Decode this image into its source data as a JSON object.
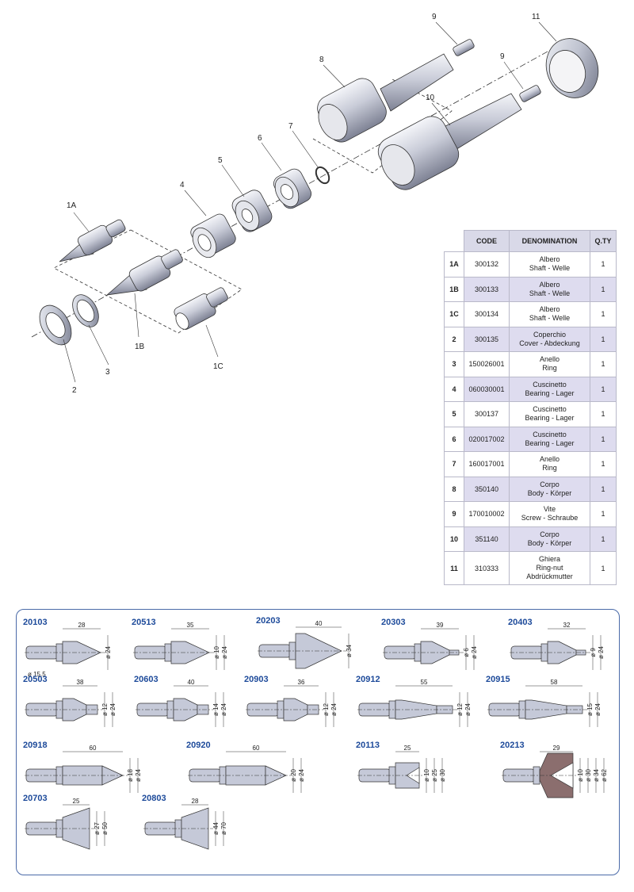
{
  "callouts": [
    "1A",
    "1B",
    "1C",
    "2",
    "3",
    "4",
    "5",
    "6",
    "7",
    "8",
    "9",
    "9",
    "10",
    "11"
  ],
  "table": {
    "headers": {
      "code": "CODE",
      "denomination": "DENOMINATION",
      "qty": "Q.TY"
    },
    "rows": [
      {
        "id": "1A",
        "code": "300132",
        "line1": "Albero",
        "line2": "Shaft - Welle",
        "line3": "",
        "qty": "1"
      },
      {
        "id": "1B",
        "code": "300133",
        "line1": "Albero",
        "line2": "Shaft - Welle",
        "line3": "",
        "qty": "1"
      },
      {
        "id": "1C",
        "code": "300134",
        "line1": "Albero",
        "line2": "Shaft - Welle",
        "line3": "",
        "qty": "1"
      },
      {
        "id": "2",
        "code": "300135",
        "line1": "Coperchio",
        "line2": "Cover - Abdeckung",
        "line3": "",
        "qty": "1"
      },
      {
        "id": "3",
        "code": "150026001",
        "line1": "Anello",
        "line2": "Ring",
        "line3": "",
        "qty": "1"
      },
      {
        "id": "4",
        "code": "060030001",
        "line1": "Cuscinetto",
        "line2": "Bearing - Lager",
        "line3": "",
        "qty": "1"
      },
      {
        "id": "5",
        "code": "300137",
        "line1": "Cuscinetto",
        "line2": "Bearing - Lager",
        "line3": "",
        "qty": "1"
      },
      {
        "id": "6",
        "code": "020017002",
        "line1": "Cuscinetto",
        "line2": "Bearing - Lager",
        "line3": "",
        "qty": "1"
      },
      {
        "id": "7",
        "code": "160017001",
        "line1": "Anello",
        "line2": "Ring",
        "line3": "",
        "qty": "1"
      },
      {
        "id": "8",
        "code": "350140",
        "line1": "Corpo",
        "line2": "Body - Körper",
        "line3": "",
        "qty": "1"
      },
      {
        "id": "9",
        "code": "170010002",
        "line1": "Vite",
        "line2": "Screw - Schraube",
        "line3": "",
        "qty": "1"
      },
      {
        "id": "10",
        "code": "351140",
        "line1": "Corpo",
        "line2": "Body - Körper",
        "line3": "",
        "qty": "1"
      },
      {
        "id": "11",
        "code": "310333",
        "line1": "Ghiera",
        "line2": "Ring-nut",
        "line3": "Abdrückmutter",
        "qty": "1"
      }
    ]
  },
  "tips": [
    {
      "code": "20103",
      "shape": "cone",
      "len": "28",
      "dims": [
        "ø 24"
      ],
      "extra": "ø 15.5"
    },
    {
      "code": "20513",
      "shape": "cone-tip",
      "len": "35",
      "dims": [
        "ø 10",
        "ø 24"
      ]
    },
    {
      "code": "20203",
      "shape": "big-cone",
      "len": "40",
      "dims": [
        "ø 34"
      ]
    },
    {
      "code": "20303",
      "shape": "cone-pin",
      "len": "39",
      "dims": [
        "ø 6",
        "ø 24"
      ]
    },
    {
      "code": "20403",
      "shape": "cone-pin",
      "len": "32",
      "dims": [
        "ø 9",
        "ø 24"
      ]
    },
    {
      "code": "20503",
      "shape": "cone-step",
      "len": "38",
      "dims": [
        "ø 12",
        "ø 24"
      ]
    },
    {
      "code": "20603",
      "shape": "cone-step",
      "len": "40",
      "dims": [
        "ø 14",
        "ø 24"
      ]
    },
    {
      "code": "20903",
      "shape": "cone-step",
      "len": "36",
      "dims": [
        "ø 12",
        "ø 24"
      ]
    },
    {
      "code": "20912",
      "shape": "long-pin",
      "len": "55",
      "dims": [
        "ø 12",
        "ø 24"
      ]
    },
    {
      "code": "20915",
      "shape": "long-pin",
      "len": "58",
      "dims": [
        "ø 15",
        "ø 24"
      ]
    },
    {
      "code": "20918",
      "shape": "long-cone",
      "len": "60",
      "dims": [
        "ø 18",
        "ø 24"
      ]
    },
    {
      "code": "20920",
      "shape": "long-cone",
      "len": "60",
      "dims": [
        "ø 20",
        "ø 24"
      ]
    },
    {
      "code": "20113",
      "shape": "hollow",
      "len": "25",
      "dims": [
        "ø 10",
        "ø 25",
        "ø 30"
      ]
    },
    {
      "code": "20213",
      "shape": "bell",
      "len": "29",
      "dims": [
        "ø 10",
        "ø 30",
        "ø 34",
        "ø 62"
      ]
    },
    {
      "code": "20703",
      "shape": "inv-cone",
      "len": "25",
      "dims": [
        "ø 27",
        "ø 50"
      ]
    },
    {
      "code": "20803",
      "shape": "inv-cone",
      "len": "28",
      "dims": [
        "ø 44",
        "ø 70"
      ]
    }
  ]
}
